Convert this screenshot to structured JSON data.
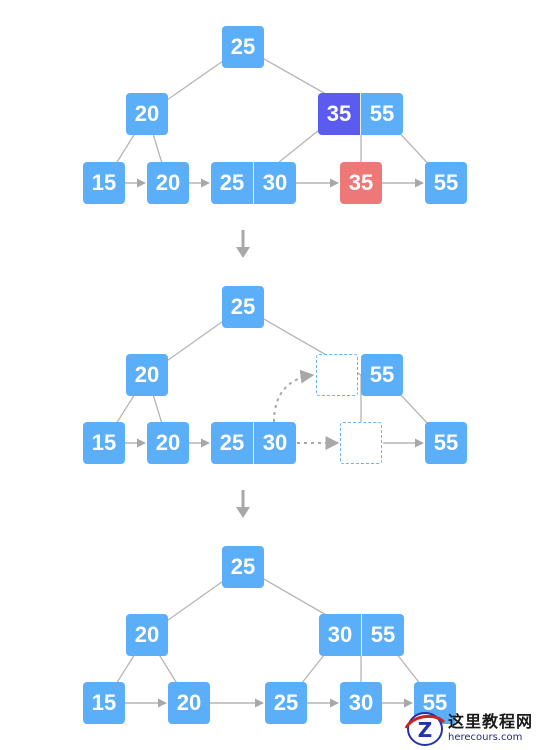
{
  "colors": {
    "node": "#5AAFF8",
    "highlight_purple": "#5B5BF0",
    "highlight_red": "#EE7777",
    "edge": "#B5B5B5",
    "leaf_link": "#A8A8A8",
    "dashed": "#66B2F5"
  },
  "diagram": {
    "stage1": {
      "root": "25",
      "internal_left": "20",
      "internal_right": [
        "35",
        "55"
      ],
      "leaves": [
        [
          "15"
        ],
        [
          "20"
        ],
        [
          "25",
          "30"
        ],
        [
          "35"
        ],
        [
          "55"
        ]
      ]
    },
    "stage2": {
      "root": "25",
      "internal_left": "20",
      "internal_right": [
        "55"
      ],
      "leaves": [
        [
          "15"
        ],
        [
          "20"
        ],
        [
          "25",
          "30"
        ],
        [
          "55"
        ]
      ]
    },
    "stage3": {
      "root": "25",
      "internal_left": "20",
      "internal_right": [
        "30",
        "55"
      ],
      "leaves": [
        [
          "15"
        ],
        [
          "20"
        ],
        [
          "25"
        ],
        [
          "30"
        ],
        [
          "55"
        ]
      ]
    }
  },
  "watermark": {
    "logo_letter": "Z",
    "chinese": "这里教程网",
    "domain": "herecours.com"
  }
}
